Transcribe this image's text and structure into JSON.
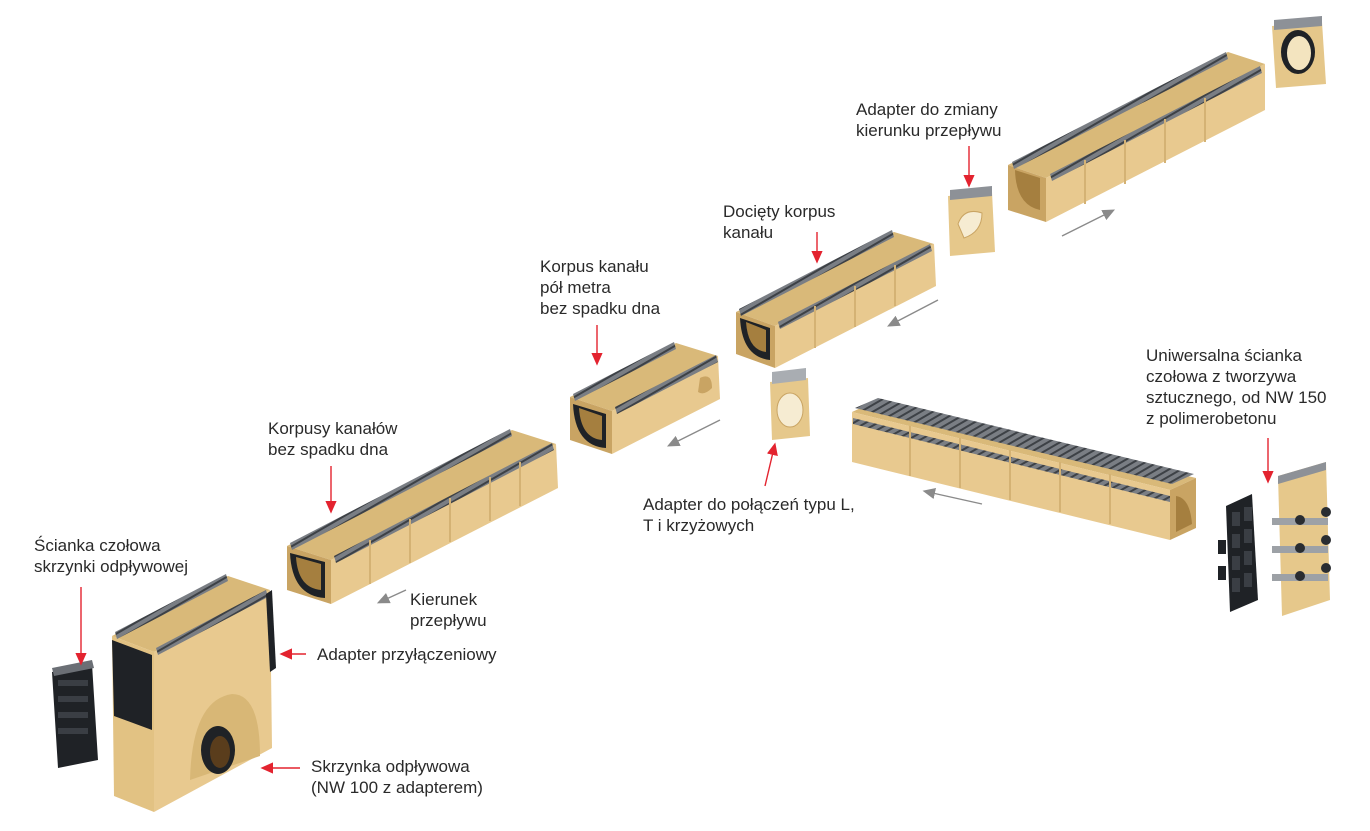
{
  "labels": {
    "scianka_skrzynki": [
      "Ścianka czołowa",
      "skrzynki odpływowej"
    ],
    "korpusy_bez_spadku": [
      "Korpusy kanałów",
      "bez spadku dna"
    ],
    "korpus_pol_metra": [
      "Korpus kanału",
      "pół metra",
      "bez spadku dna"
    ],
    "dociety_korpus": [
      "Docięty korpus",
      "kanału"
    ],
    "adapter_zmiany": [
      "Adapter do zmiany",
      "kierunku przepływu"
    ],
    "uniwersalna": [
      "Uniwersalna ścianka",
      "czołowa z tworzywa",
      "sztucznego, od NW 150",
      "z polimerobetonu"
    ],
    "adapter_polaczen": [
      "Adapter do połączeń typu L,",
      "T i krzyżowych"
    ],
    "kierunek": [
      "Kierunek",
      "przepływu"
    ],
    "adapter_przylaczeniowy": "Adapter przyłączeniowy",
    "skrzynka": [
      "Skrzynka odpływowa",
      "(NW 100 z adapterem)"
    ]
  },
  "colors": {
    "concrete": "#e8c98f",
    "concrete_shade": "#d2ad6d",
    "concrete_dark": "#b48c4e",
    "grate": "#6b6f75",
    "grate_light": "#a9adb2",
    "black_part": "#1f2226",
    "red_arrow": "#e3232f",
    "flow_arrow": "#8a8a8a"
  }
}
